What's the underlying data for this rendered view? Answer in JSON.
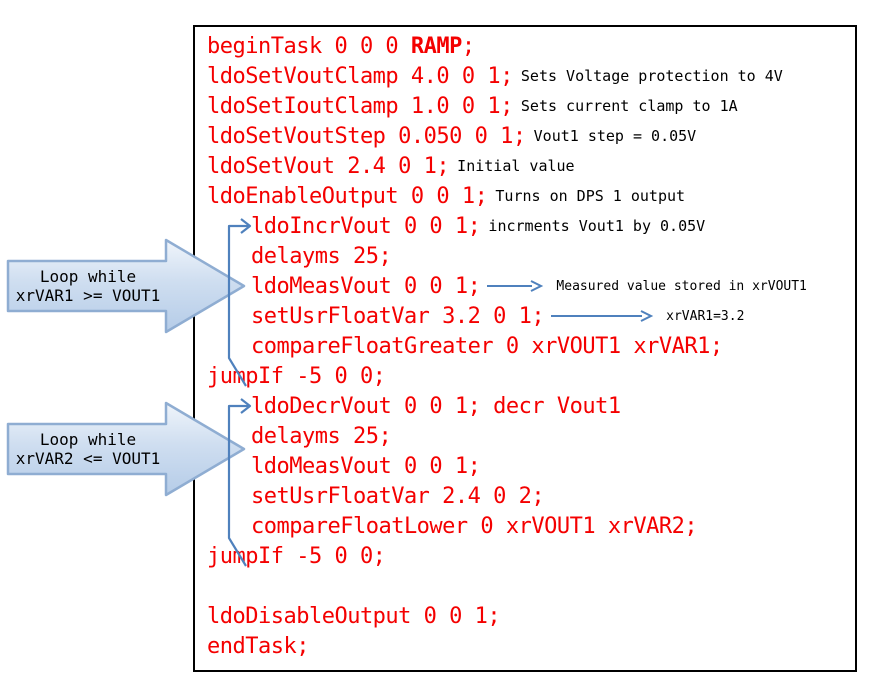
{
  "colors": {
    "code_red": "#f40000",
    "comment_black": "#000000",
    "connector_blue": "#4f81bd",
    "callout_fill": "#cddcee",
    "callout_border": "#8fadd2",
    "box_border": "#000000"
  },
  "callouts": [
    {
      "line1": "Loop while",
      "line2": "xrVAR1 >= VOUT1"
    },
    {
      "line1": "Loop while",
      "line2": "xrVAR2 <= VOUT1"
    }
  ],
  "code": {
    "lines": [
      {
        "segments": [
          {
            "text": "beginTask 0 0 0 "
          },
          {
            "text": "RAMP",
            "bold": true
          },
          {
            "text": ";"
          }
        ]
      },
      {
        "segments": [
          {
            "text": "ldoSetVoutClamp 4.0 0 1;"
          }
        ],
        "comment": "Sets Voltage protection to 4V"
      },
      {
        "segments": [
          {
            "text": "ldoSetIoutClamp 1.0 0 1;"
          }
        ],
        "comment": "Sets current clamp to 1A"
      },
      {
        "segments": [
          {
            "text": "ldoSetVoutStep 0.050 0 1;"
          }
        ],
        "comment": "Vout1 step = 0.05V"
      },
      {
        "segments": [
          {
            "text": "ldoSetVout 2.4 0 1;"
          }
        ],
        "comment": "Initial value"
      },
      {
        "segments": [
          {
            "text": "ldoEnableOutput 0 0 1;"
          }
        ],
        "comment": "Turns on DPS 1 output"
      },
      {
        "indent": true,
        "segments": [
          {
            "text": "ldoIncrVout 0 0 1;"
          }
        ],
        "comment": "incrments Vout1 by 0.05V"
      },
      {
        "indent": true,
        "segments": [
          {
            "text": "delayms 25;"
          }
        ]
      },
      {
        "indent": true,
        "segments": [
          {
            "text": "ldoMeasVout 0 0 1;"
          }
        ],
        "arrow": "short",
        "comment": "Measured value stored in xrVOUT1",
        "comment_size": "small"
      },
      {
        "indent": true,
        "segments": [
          {
            "text": "setUsrFloatVar 3.2 0 1;"
          }
        ],
        "arrow": "long",
        "comment": "xrVAR1=3.2",
        "comment_size": "small"
      },
      {
        "indent": true,
        "segments": [
          {
            "text": "compareFloatGreater 0 xrVOUT1 xrVAR1;"
          }
        ]
      },
      {
        "segments": [
          {
            "text": "jumpIf -5 0 0;"
          }
        ]
      },
      {
        "indent": true,
        "segments": [
          {
            "text": "ldoDecrVout 0 0 1; decr Vout1"
          }
        ]
      },
      {
        "indent": true,
        "segments": [
          {
            "text": "delayms 25;"
          }
        ]
      },
      {
        "indent": true,
        "segments": [
          {
            "text": "ldoMeasVout 0 0 1;"
          }
        ]
      },
      {
        "indent": true,
        "segments": [
          {
            "text": "setUsrFloatVar 2.4 0 2;"
          }
        ]
      },
      {
        "indent": true,
        "segments": [
          {
            "text": "compareFloatLower 0 xrVOUT1 xrVAR2;"
          }
        ]
      },
      {
        "segments": [
          {
            "text": "jumpIf -5 0 0;"
          }
        ]
      },
      {
        "blank": true,
        "segments": []
      },
      {
        "segments": [
          {
            "text": "ldoDisableOutput 0 0 1;"
          }
        ]
      },
      {
        "segments": [
          {
            "text": "endTask;"
          }
        ]
      }
    ]
  }
}
